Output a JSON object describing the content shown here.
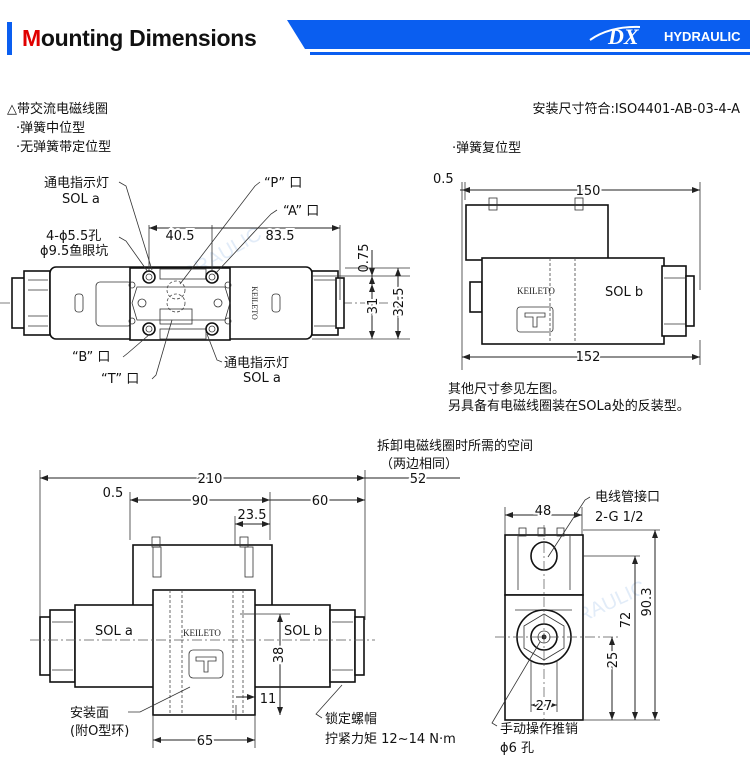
{
  "header": {
    "title_first_letter": "M",
    "title_rest": "ounting Dimensions",
    "brand_logo": "DX",
    "brand_name": "HYDRAULIC",
    "accent_color": "#0a5ef0",
    "title_accent_color": "#e00000"
  },
  "notes": {
    "coil_type": "△带交流电磁线圈",
    "type_1": "·弹簧中位型",
    "type_2": "·无弹簧带定位型",
    "standard": "安装尺寸符合:ISO4401-AB-03-4-A",
    "type_3": "·弹簧复位型",
    "other_dims": "其他尺寸参见左图。",
    "reverse_type": "另具备有电磁线圈装在SOLa处的反装型。"
  },
  "top_view": {
    "indicator_label": "通电指示灯",
    "sol_a": "SOL a",
    "holes_1": "4-ϕ5.5孔",
    "holes_2": "ϕ9.5鱼眼坑",
    "port_p": "“P” 口",
    "port_a": "“A” 口",
    "port_b": "“B” 口",
    "port_t": "“T” 口",
    "indicator_label_2": "通电指示灯",
    "sol_a_2": "SOL a",
    "dim_40_5": "40.5",
    "dim_83_5": "83.5",
    "dim_0_75": "0.75",
    "dim_31": "31",
    "dim_32_5": "32.5",
    "brand_mark": "KEILETO"
  },
  "single_view": {
    "dim_0_5": "0.5",
    "dim_150": "150",
    "dim_152": "152",
    "sol_b": "SOL b",
    "brand_mark": "KEILETO"
  },
  "front_view": {
    "removal_space": "拆卸电磁线圈时所需的空间",
    "both_sides": "（两边相同）",
    "dim_210": "210",
    "dim_52": "52",
    "dim_0_5": "0.5",
    "dim_90": "90",
    "dim_60": "60",
    "dim_23_5": "23.5",
    "sol_a": "SOL a",
    "sol_b": "SOL b",
    "brand_mark": "KEILETO",
    "dim_38": "38",
    "dim_11": "11",
    "dim_65": "65",
    "mount_face": "安装面",
    "o_ring": "(附O型环)",
    "lock_nut": "锁定螺帽",
    "torque": "拧紧力矩 12~14 N·m"
  },
  "side_view": {
    "dim_48": "48",
    "conduit": "电线管接口",
    "conduit_size": "2-G 1/2",
    "dim_72": "72",
    "dim_90_3": "90.3",
    "dim_25": "25",
    "dim_27": "27",
    "manual_pin": "手动操作推销",
    "pin_hole": "ϕ6 孔"
  }
}
